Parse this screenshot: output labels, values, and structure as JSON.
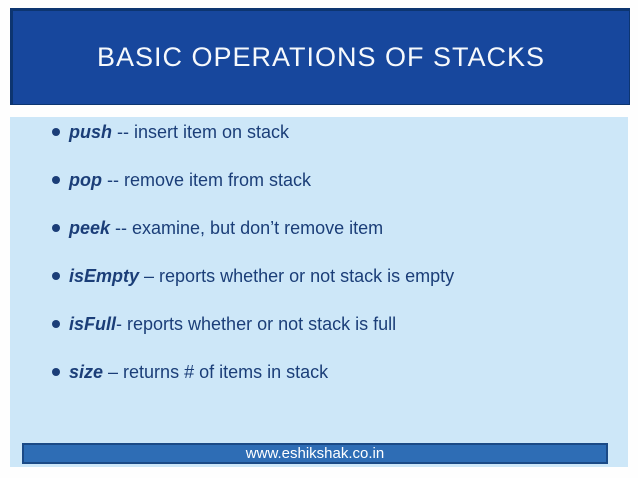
{
  "slide": {
    "title": "BASIC OPERATIONS OF STACKS",
    "bullets": [
      {
        "keyword": "push",
        "rest": " -- insert item on stack"
      },
      {
        "keyword": "pop",
        "rest": " -- remove item from stack"
      },
      {
        "keyword": "peek",
        "rest": " -- examine, but don’t remove item"
      },
      {
        "keyword": "isEmpty",
        "rest": " – reports whether or not stack is empty"
      },
      {
        "keyword": "isFull",
        "rest": "- reports whether or not stack is full"
      },
      {
        "keyword": "size",
        "rest": " – returns # of items in stack"
      }
    ],
    "footer": {
      "url": "www.eshikshak.co.in"
    }
  },
  "colors": {
    "page_bg": "#FEFEFE",
    "title_fill": "#17479D",
    "title_border": "#0D3570",
    "title_text": "#F6F9FC",
    "content_bg": "#CDE7F8",
    "body_text": "#1B3E78",
    "footer_fill": "#2E6DB5",
    "footer_border": "#1B4A86",
    "footer_text": "#FFFFFF"
  }
}
